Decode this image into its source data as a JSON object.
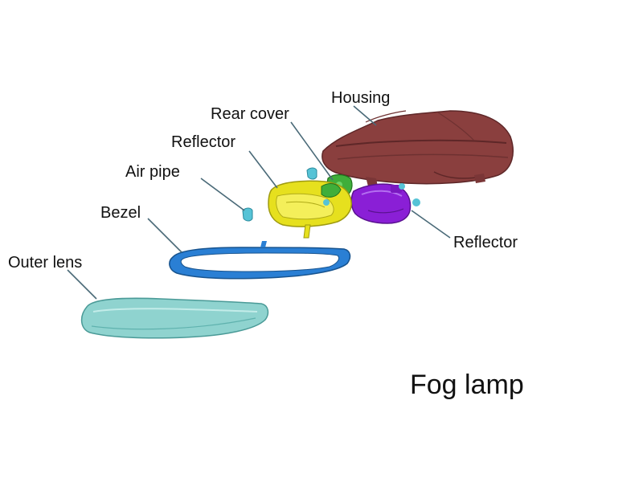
{
  "diagram": {
    "caption": "Fog lamp",
    "labels": {
      "housing": "Housing",
      "rear_cover": "Rear cover",
      "reflector_left": "Reflector",
      "air_pipe": "Air pipe",
      "bezel": "Bezel",
      "outer_lens": "Outer lens",
      "reflector_right": "Reflector"
    },
    "colors": {
      "housing": "#8a3f3e",
      "reflector_yellow": "#e6e01e",
      "reflector_purple": "#8a1fd6",
      "rear_cover": "#3fae3a",
      "air_pipe": "#56c3d6",
      "bezel": "#2a7fd4",
      "outer_lens": "#8fd3cf",
      "leader_line": "#4a6a78"
    }
  }
}
